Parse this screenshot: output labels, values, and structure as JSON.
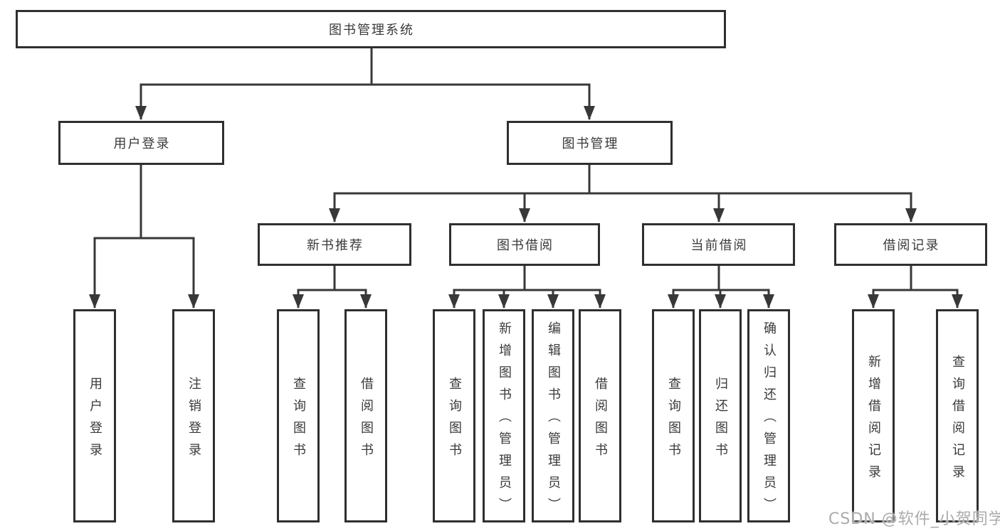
{
  "tree": {
    "label": "图书管理系统",
    "children": [
      {
        "label": "用户登录",
        "children": [
          {
            "label": "用户登录"
          },
          {
            "label": "注销登录"
          }
        ]
      },
      {
        "label": "图书管理",
        "children": [
          {
            "label": "新书推荐",
            "children": [
              {
                "label": "查询图书"
              },
              {
                "label": "借阅图书"
              }
            ]
          },
          {
            "label": "图书借阅",
            "children": [
              {
                "label": "查询图书"
              },
              {
                "label": "新增图书（管理员）"
              },
              {
                "label": "编辑图书（管理员）"
              },
              {
                "label": "借阅图书"
              }
            ]
          },
          {
            "label": "当前借阅",
            "children": [
              {
                "label": "查询图书"
              },
              {
                "label": "归还图书"
              },
              {
                "label": "确认归还（管理员）"
              }
            ]
          },
          {
            "label": "借阅记录",
            "children": [
              {
                "label": "新增借阅记录"
              },
              {
                "label": "查询借阅记录"
              }
            ]
          }
        ]
      }
    ]
  },
  "watermark": {
    "text": "CSDN @软件_小贺同学"
  },
  "colors": {
    "line": "#383838",
    "box_border": "#2f2f2f",
    "text": "#3a3a3a",
    "watermark": "#ababab",
    "background": "#ffffff"
  }
}
